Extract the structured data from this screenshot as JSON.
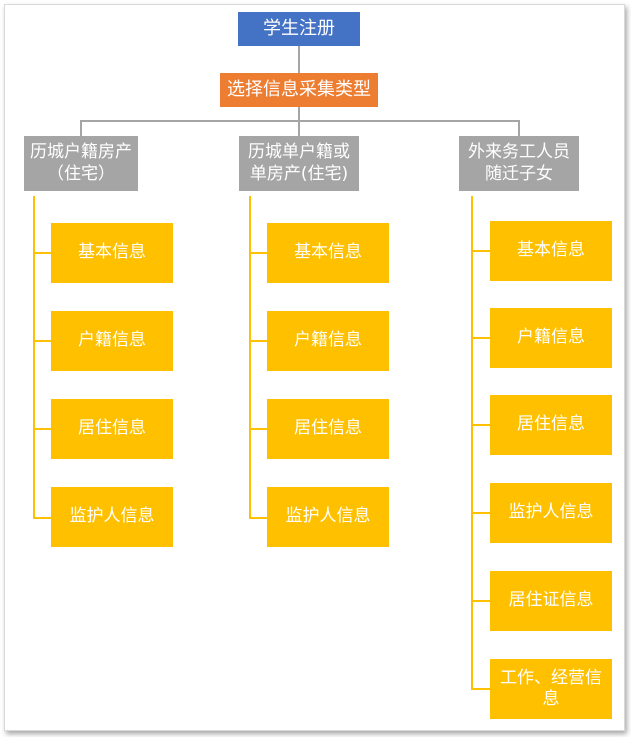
{
  "root": {
    "label": "学生注册"
  },
  "select_type": {
    "label": "选择信息采集类型"
  },
  "categories": [
    {
      "label": "历城户籍房产（住宅）",
      "items": [
        "基本信息",
        "户籍信息",
        "居住信息",
        "监护人信息"
      ]
    },
    {
      "label": "历城单户籍或单房产(住宅)",
      "items": [
        "基本信息",
        "户籍信息",
        "居住信息",
        "监护人信息"
      ]
    },
    {
      "label": "外来务工人员随迁子女",
      "items": [
        "基本信息",
        "户籍信息",
        "居住信息",
        "监护人信息",
        "居住证信息",
        "工作、经营信息"
      ]
    }
  ],
  "colors": {
    "root": "#4472c4",
    "select_type": "#ed7d31",
    "category": "#a5a5a5",
    "leaf": "#ffc000",
    "leaf_connector": "#ffc000",
    "upper_connector": "#a5a5a5"
  }
}
